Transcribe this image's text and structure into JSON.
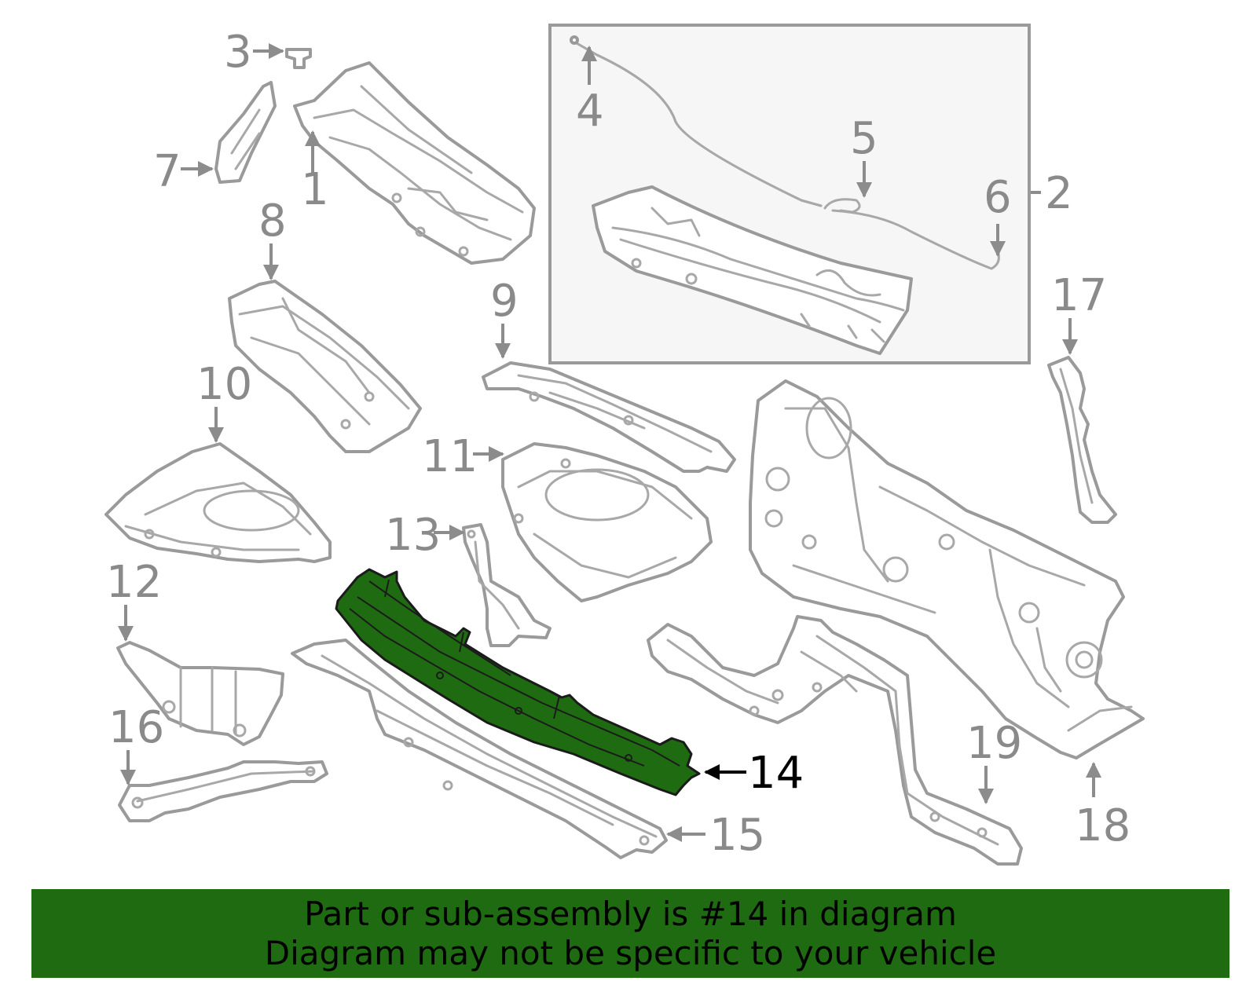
{
  "diagram": {
    "callouts": {
      "c1": "1",
      "c2": "2",
      "c3": "3",
      "c4": "4",
      "c5": "5",
      "c6": "6",
      "c7": "7",
      "c8": "8",
      "c9": "9",
      "c10": "10",
      "c11": "11",
      "c12": "12",
      "c13": "13",
      "c14": "14",
      "c15": "15",
      "c16": "16",
      "c17": "17",
      "c18": "18",
      "c19": "19"
    },
    "highlighted_part": "14",
    "highlight_color": "#1f6b12",
    "line_color": "#9a9a9a"
  },
  "banner": {
    "line1": "Part or sub-assembly is #14 in diagram",
    "line2": "Diagram may not be specific to your vehicle",
    "background": "#1f6b12"
  }
}
